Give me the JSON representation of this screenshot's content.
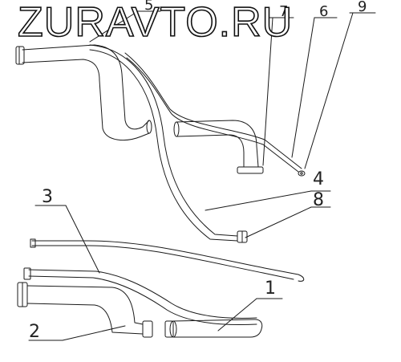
{
  "watermark": "ZURAVTO.RU",
  "callouts": [
    "1",
    "2",
    "3",
    "4",
    "5",
    "6",
    "7",
    "8",
    "9"
  ],
  "colors": {
    "line": "#1a1a1a",
    "background": "#ffffff"
  }
}
